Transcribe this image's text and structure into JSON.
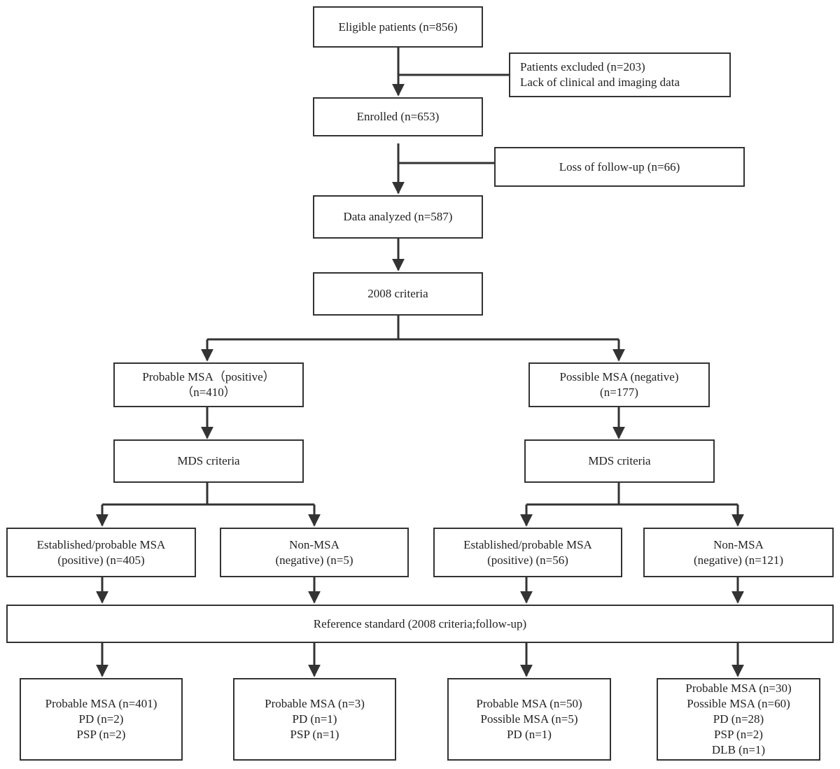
{
  "eligible": {
    "line1": "Eligible patients (n=856)"
  },
  "excluded": {
    "line1": "Patients excluded (n=203)",
    "line2": "Lack of clinical and imaging data"
  },
  "enrolled": {
    "line1": "Enrolled (n=653)"
  },
  "loss": {
    "line1": "Loss of follow-up  (n=66)"
  },
  "analyzed": {
    "line1": "Data analyzed (n=587)"
  },
  "criteria2008": {
    "line1": "2008 criteria"
  },
  "probable_msa": {
    "line1": "Probable MSA（positive）",
    "line2": "（n=410）"
  },
  "possible_msa": {
    "line1": "Possible MSA (negative)",
    "line2": "(n=177)"
  },
  "mds_left": {
    "line1": "MDS criteria"
  },
  "mds_right": {
    "line1": "MDS criteria"
  },
  "b1": {
    "line1": "Established/probable MSA",
    "line2": "(positive) (n=405)"
  },
  "b2": {
    "line1": "Non-MSA",
    "line2": "(negative) (n=5)"
  },
  "b3": {
    "line1": "Established/probable MSA",
    "line2": "(positive) (n=56)"
  },
  "b4": {
    "line1": "Non-MSA",
    "line2": "(negative) (n=121)"
  },
  "reference": {
    "line1": "Reference standard (2008 criteria;follow-up)"
  },
  "r1": {
    "lines": [
      "Probable MSA (n=401)",
      "PD (n=2)",
      "PSP (n=2)"
    ]
  },
  "r2": {
    "lines": [
      "Probable MSA (n=3)",
      "PD (n=1)",
      "PSP (n=1)"
    ]
  },
  "r3": {
    "lines": [
      "Probable MSA (n=50)",
      "Possible MSA (n=5)",
      "PD (n=1)"
    ]
  },
  "r4": {
    "lines": [
      "Probable MSA (n=30)",
      "Possible MSA (n=60)",
      "PD (n=28)",
      "PSP (n=2)",
      "DLB (n=1)"
    ]
  }
}
